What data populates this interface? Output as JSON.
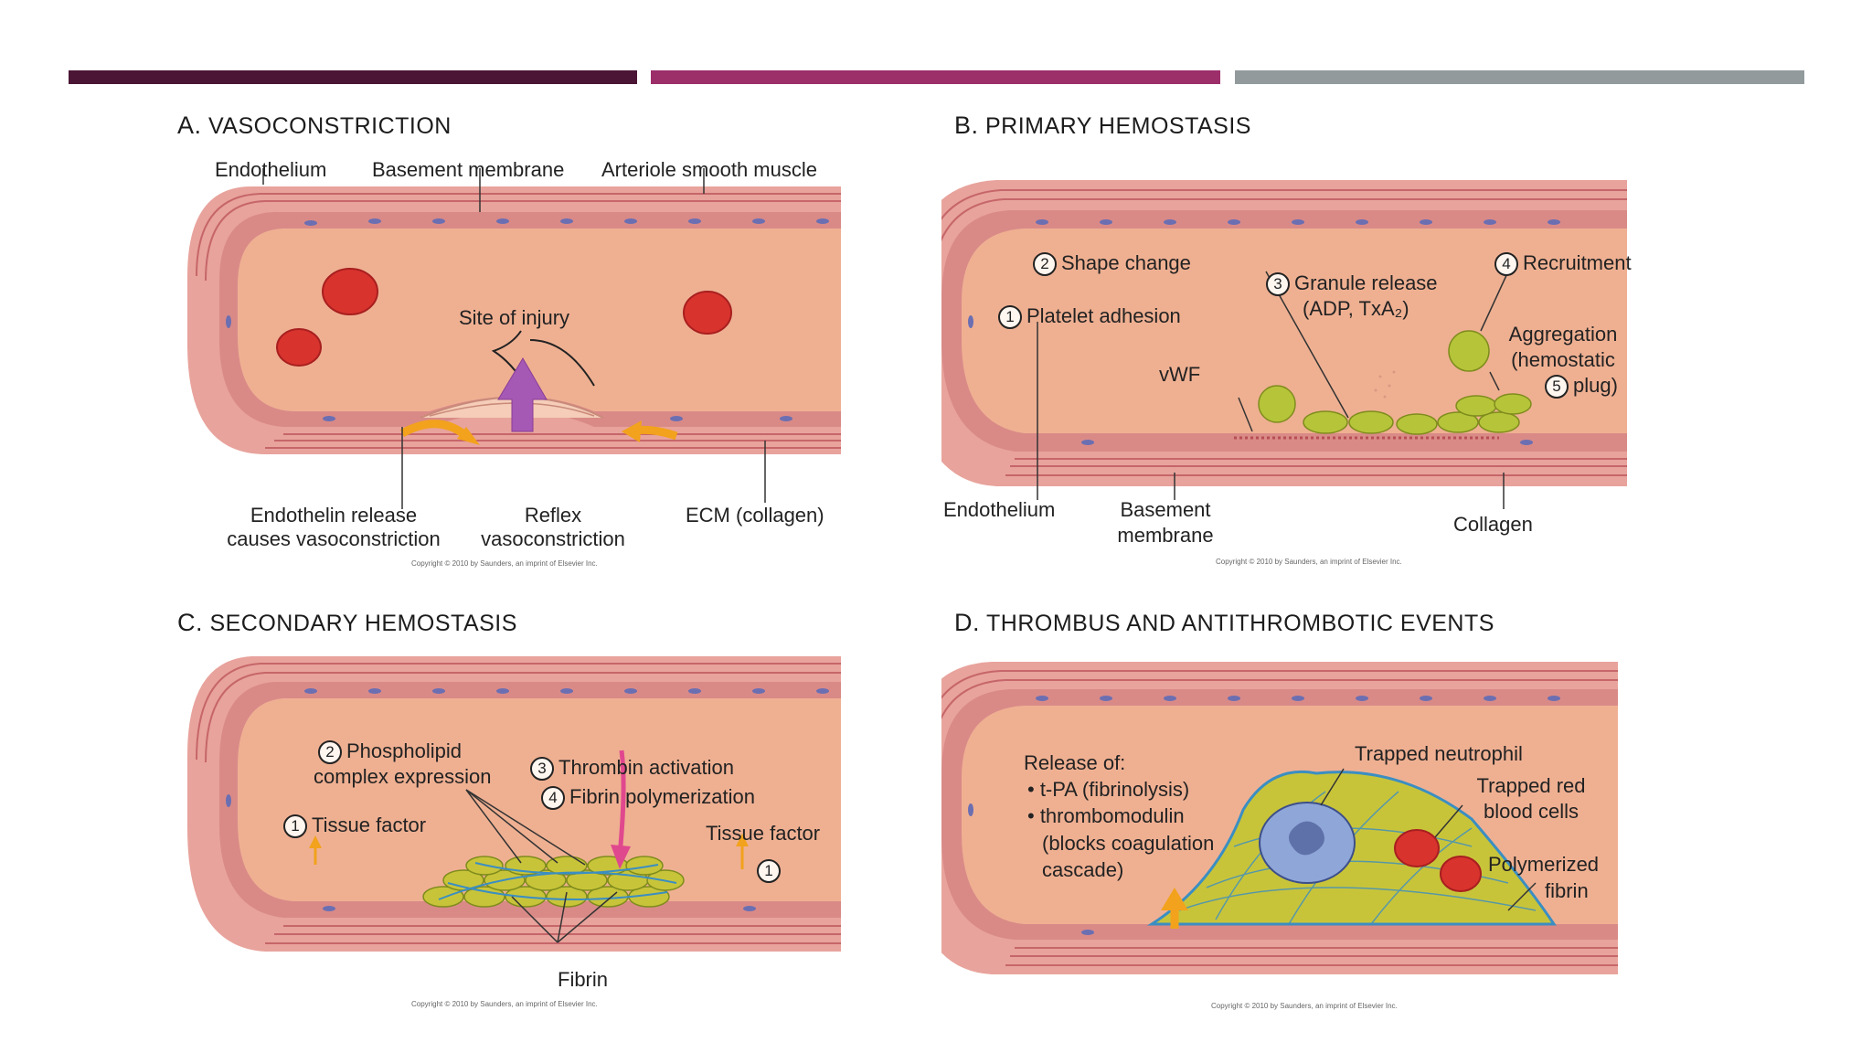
{
  "decor": {
    "bar_colors": [
      "#4b1535",
      "#9c2e6a",
      "#929a9c"
    ]
  },
  "colors": {
    "vessel_wall": "#e8a39c",
    "lumen": "#efb092",
    "red_cell": "#d9332e",
    "platelet": "#b6c43a",
    "neutrophil": "#8fa6d8",
    "arrow": "#f2a21c",
    "reflex_arrow": "#a559b4",
    "thrombin_arrow": "#e0488e"
  },
  "panels": [
    {
      "key": "a",
      "title_letter": "A.",
      "title_text": "VASOCONSTRICTION",
      "labels": {
        "endothelium": "Endothelium",
        "basement": "Basement membrane",
        "smooth_muscle": "Arteriole smooth muscle",
        "site": "Site of injury",
        "endothelin_1": "Endothelin release",
        "endothelin_2": "causes vasoconstriction",
        "reflex_1": "Reflex",
        "reflex_2": "vasoconstriction",
        "ecm": "ECM (collagen)"
      },
      "copyright": "Copyright © 2010 by Saunders, an imprint of Elsevier Inc."
    },
    {
      "key": "b",
      "title_letter": "B.",
      "title_text": "PRIMARY HEMOSTASIS",
      "labels": {
        "step1": "Platelet adhesion",
        "step2": "Shape change",
        "step3_1": "Granule release",
        "step3_2": "(ADP, TxA₂)",
        "step4": "Recruitment",
        "step5_1": "Aggregation",
        "step5_2": "(hemostatic",
        "step5_3": "plug)",
        "vwf": "vWF",
        "endothelium": "Endothelium",
        "basement_1": "Basement",
        "basement_2": "membrane",
        "collagen": "Collagen"
      },
      "copyright": "Copyright © 2010 by Saunders, an imprint of Elsevier Inc."
    },
    {
      "key": "c",
      "title_letter": "C.",
      "title_text": "SECONDARY HEMOSTASIS",
      "labels": {
        "step1_left": "Tissue factor",
        "step2_1": "Phospholipid",
        "step2_2": "complex expression",
        "step3": "Thrombin activation",
        "step4": "Fibrin polymerization",
        "step1_right": "Tissue factor",
        "fibrin": "Fibrin"
      },
      "copyright": "Copyright © 2010 by Saunders, an imprint of Elsevier Inc."
    },
    {
      "key": "d",
      "title_letter": "D.",
      "title_text": "THROMBUS AND ANTITHROMBOTIC EVENTS",
      "labels": {
        "release": "Release of:",
        "tpa": "• t-PA (fibrinolysis)",
        "thrombo": "• thrombomodulin",
        "blocks_1": "(blocks coagulation",
        "blocks_2": "cascade)",
        "neutrophil": "Trapped neutrophil",
        "rbc_1": "Trapped red",
        "rbc_2": "blood cells",
        "fibrin_1": "Polymerized",
        "fibrin_2": "fibrin"
      },
      "copyright": "Copyright © 2010 by Saunders, an imprint of Elsevier Inc."
    }
  ],
  "step_numbers": [
    "1",
    "2",
    "3",
    "4",
    "5"
  ]
}
